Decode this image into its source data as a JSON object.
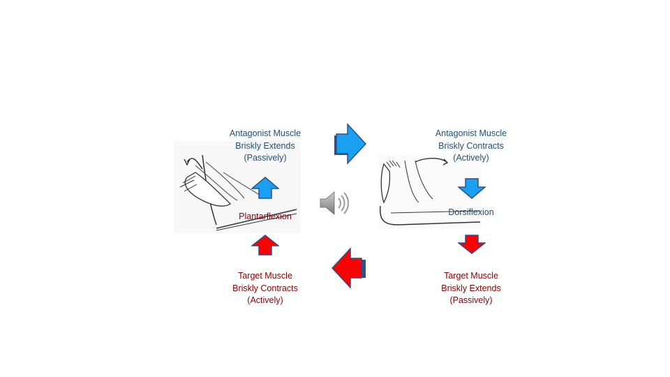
{
  "left": {
    "antagonist": "Antagonist Muscle\nBriskly Extends\n(Passively)",
    "motion": "Plantarflexion",
    "target": "Target Muscle\nBriskly Contracts\n(Actively)"
  },
  "right": {
    "antagonist": "Antagonist Muscle\nBriskly Contracts\n(Actively)",
    "motion": "Dorsiflexion",
    "target": "Target Muscle\nBriskly Extends\n(Passively)"
  },
  "colors": {
    "blue_text": "#1f4e79",
    "red_text": "#8b0000",
    "blue_arrow": "#1aa0f0",
    "red_arrow": "#ff0000",
    "arrow_outline": "#2f4f8f"
  },
  "icons": {
    "speaker": "speaker-icon"
  }
}
